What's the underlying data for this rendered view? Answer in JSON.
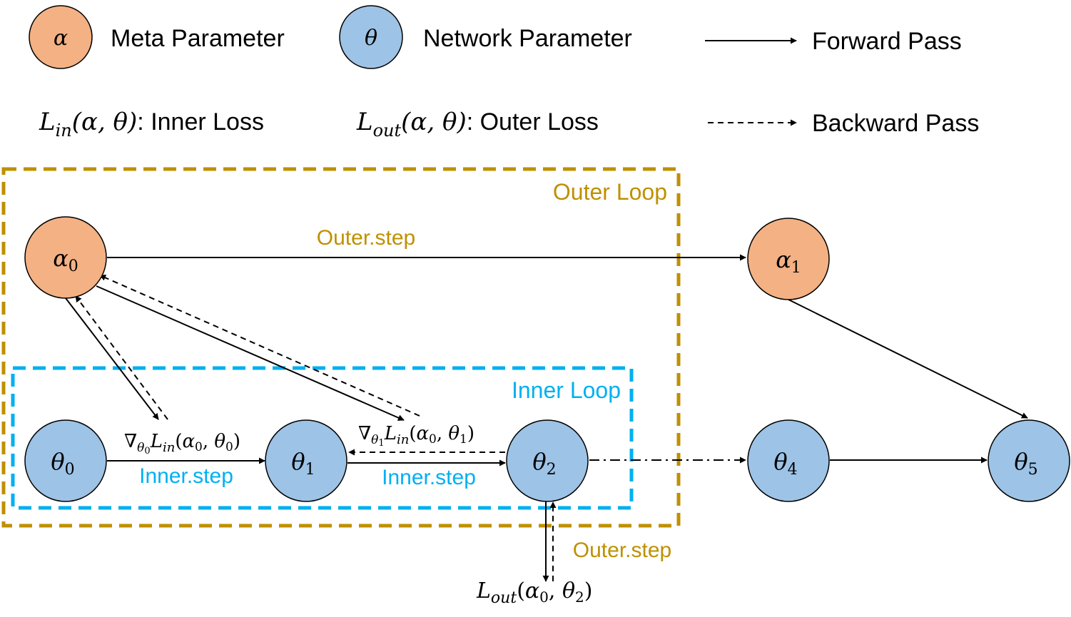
{
  "colors": {
    "meta_node_fill": "#F4B183",
    "network_node_fill": "#9DC3E6",
    "node_stroke": "#000000",
    "outer_loop": "#BF9000",
    "inner_loop": "#00B0F0",
    "outer_step_text": "#BF9000",
    "inner_step_text": "#00B0F0",
    "edge": "#000000"
  },
  "legend": {
    "meta": {
      "symbol": "α",
      "label": "Meta Parameter"
    },
    "network": {
      "symbol": "θ",
      "label": "Network Parameter"
    },
    "forward": {
      "label": "Forward Pass"
    },
    "backward": {
      "label": "Backward Pass"
    },
    "inner_loss": {
      "L": "L",
      "sub": "in",
      "args": "(α, θ)",
      "label": ": Inner Loss"
    },
    "outer_loss": {
      "L": "L",
      "sub": "out",
      "args": "(α, θ)",
      "label": ": Outer Loss"
    }
  },
  "loops": {
    "outer": "Outer Loop",
    "inner": "Inner Loop"
  },
  "nodes": {
    "alpha0": {
      "sym": "α",
      "sub": "0",
      "kind": "meta"
    },
    "alpha1": {
      "sym": "α",
      "sub": "1",
      "kind": "meta"
    },
    "theta0": {
      "sym": "θ",
      "sub": "0",
      "kind": "network"
    },
    "theta1": {
      "sym": "θ",
      "sub": "1",
      "kind": "network"
    },
    "theta2": {
      "sym": "θ",
      "sub": "2",
      "kind": "network"
    },
    "theta4": {
      "sym": "θ",
      "sub": "4",
      "kind": "network"
    },
    "theta5": {
      "sym": "θ",
      "sub": "5",
      "kind": "network"
    }
  },
  "edge_labels": {
    "outer_step_top": "Outer.step",
    "outer_step_bottom": "Outer.step",
    "inner_step_1": "Inner.step",
    "inner_step_2": "Inner.step",
    "grad0": {
      "nabla": "∇",
      "theta": "θ",
      "theta_sub": "0",
      "L": "L",
      "L_sub": "in",
      "open": "(",
      "a": "α",
      "a_sub": "0",
      "comma": ", ",
      "t": "θ",
      "t_sub": "0",
      "close": ")"
    },
    "grad1": {
      "nabla": "∇",
      "theta": "θ",
      "theta_sub": "1",
      "L": "L",
      "L_sub": "in",
      "open": "(",
      "a": "α",
      "a_sub": "0",
      "comma": ", ",
      "t": "θ",
      "t_sub": "1",
      "close": ")"
    },
    "outer_loss_term": {
      "L": "L",
      "L_sub": "out",
      "open": "(",
      "a": "α",
      "a_sub": "0",
      "comma": ", ",
      "t": "θ",
      "t_sub": "2",
      "close": ")"
    }
  }
}
